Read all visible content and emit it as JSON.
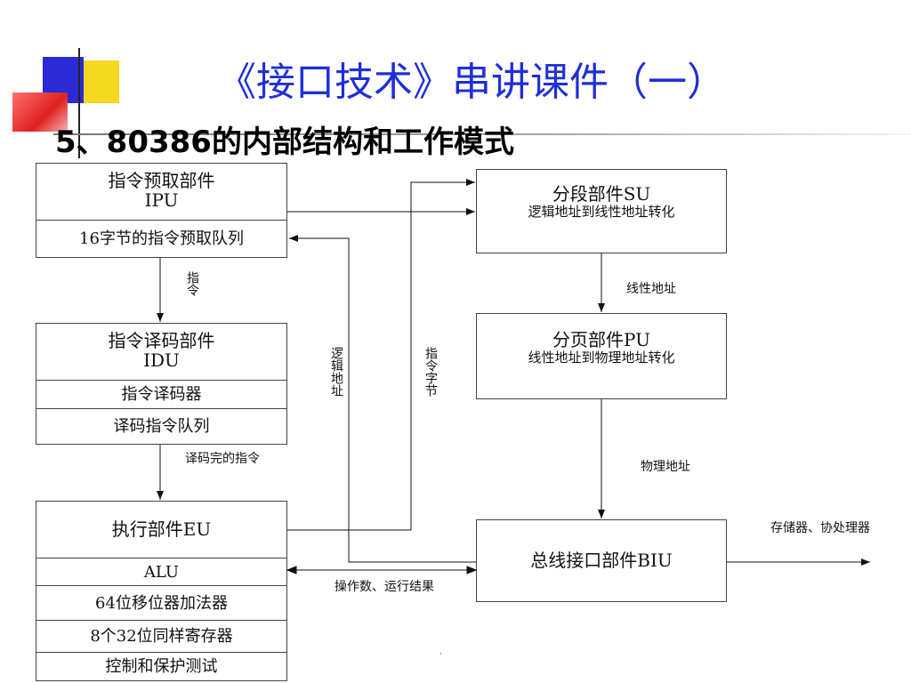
{
  "slide": {
    "title": "《接口技术》串讲课件（一）",
    "subtitle": "5、80386的内部结构和工作模式",
    "footer_mark": "'"
  },
  "ipu": {
    "name": "指令预取部件",
    "abbr": "IPU",
    "queue": "16字节的指令预取队列"
  },
  "idu": {
    "name": "指令译码部件",
    "abbr": "IDU",
    "decoder": "指令译码器",
    "queue": "译码指令队列"
  },
  "eu": {
    "name": "执行部件EU",
    "alu": "ALU",
    "shifter": "64位移位器加法器",
    "registers": "8个32位同样寄存器",
    "control": "控制和保护测试"
  },
  "su": {
    "name": "分段部件SU",
    "desc": "逻辑地址到线性地址转化"
  },
  "pu": {
    "name": "分页部件PU",
    "desc": "线性地址到物理地址转化"
  },
  "biu": {
    "name": "总线接口部件BIU"
  },
  "labels": {
    "instruction": "指令",
    "decoded_instruction": "译码完的指令",
    "logical_address": "逻辑地址",
    "instruction_bytes": "指令字节",
    "linear_address": "线性地址",
    "physical_address": "物理地址",
    "operands_results": "操作数、运行结果",
    "memory_coprocessor": "存储器、协处理器"
  }
}
